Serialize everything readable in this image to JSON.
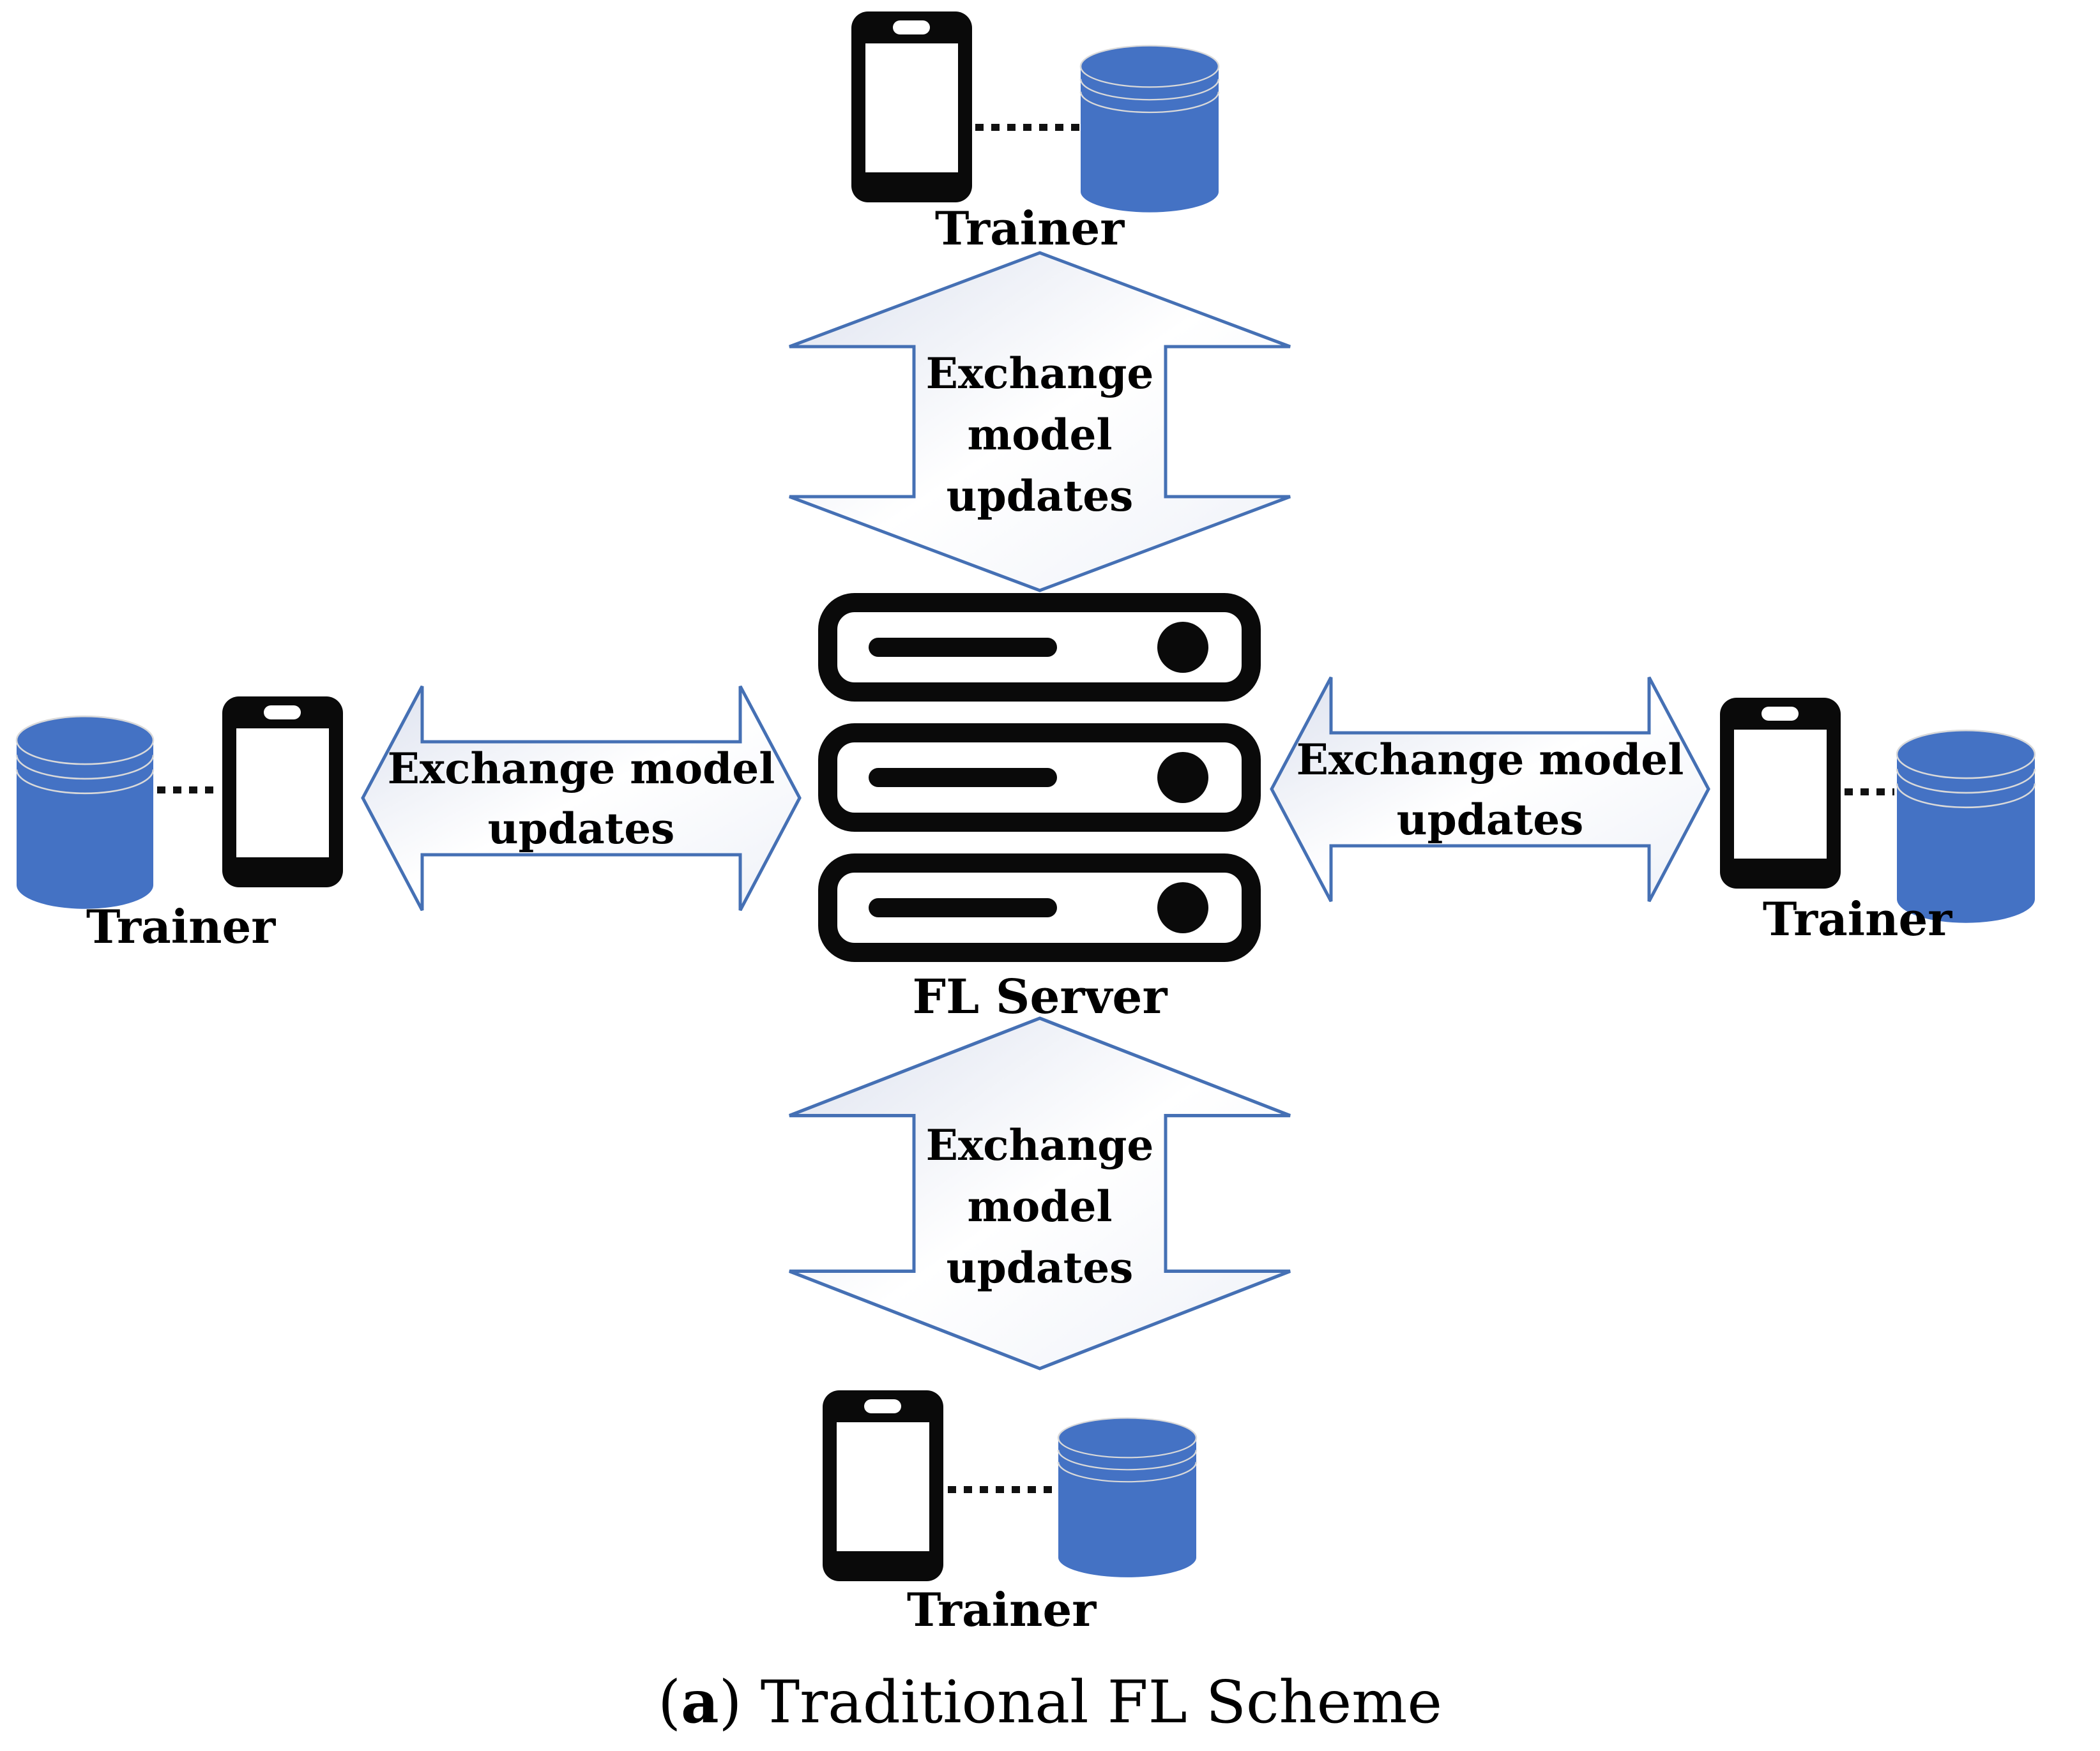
{
  "diagram": {
    "title_hint": "Traditional federated learning scheme diagram",
    "server": {
      "label": "FL Server"
    },
    "trainers": {
      "top": {
        "label": "Trainer"
      },
      "left": {
        "label": "Trainer"
      },
      "right": {
        "label": "Trainer"
      },
      "bottom": {
        "label": "Trainer"
      }
    },
    "arrows": {
      "top": {
        "lines": [
          "Exchange",
          "model",
          "updates"
        ]
      },
      "bottom": {
        "lines": [
          "Exchange",
          "model",
          "updates"
        ]
      },
      "left": {
        "lines": [
          "Exchange model",
          "updates"
        ]
      },
      "right": {
        "lines": [
          "Exchange model",
          "updates"
        ]
      }
    },
    "caption": {
      "open": "(",
      "marker": "a",
      "close": ")",
      "text": " Traditional FL Scheme"
    },
    "icons": {
      "phone": "phone-icon",
      "database": "database-icon",
      "server": "server-rack-icon",
      "arrow": "double-headed-arrow"
    },
    "colors": {
      "database_fill": "#4472c4",
      "database_ring": "#d9d9d9",
      "arrow_stroke": "#4570b4",
      "arrow_fill_edge": "#dde2ef",
      "arrow_fill_center": "#ffffff",
      "icon_black": "#0a0a0a",
      "background": "#ffffff"
    }
  }
}
